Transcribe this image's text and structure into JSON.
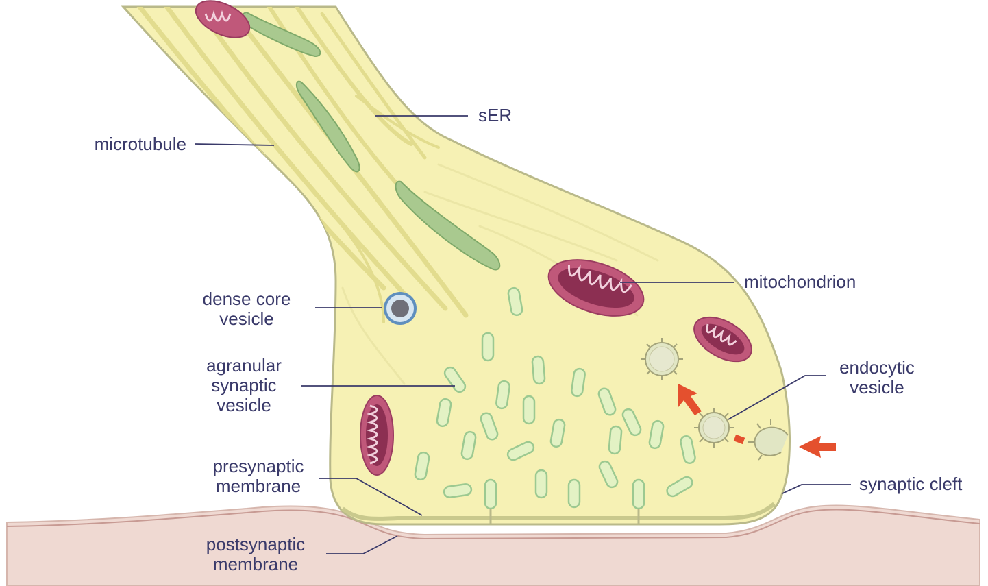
{
  "labels": {
    "microtubule": "microtubule",
    "ser": "sER",
    "mitochondrion": "mitochondrion",
    "dense_core_vesicle": [
      "dense core",
      "vesicle"
    ],
    "agranular_synaptic_vesicle": [
      "agranular",
      "synaptic",
      "vesicle"
    ],
    "endocytic_vesicle": [
      "endocytic",
      "vesicle"
    ],
    "presynaptic_membrane": [
      "presynaptic",
      "membrane"
    ],
    "postsynaptic_membrane": [
      "postsynaptic",
      "membrane"
    ],
    "synaptic_cleft": "synaptic cleft"
  },
  "colors": {
    "terminal_fill": "#f6f1b4",
    "terminal_outline": "#b9b98a",
    "microtubule": "#e2dc8e",
    "ser_fill": "#a9c98f",
    "ser_outline": "#7fa96a",
    "mito_fill": "#c0587a",
    "mito_dark": "#8c2f52",
    "vesicle_fill": "#e3f2c4",
    "vesicle_outline": "#9cc991",
    "dense_core_ring": "#5f8fbe",
    "postsynaptic_fill": "#efd9d2",
    "arrow": "#e4502e",
    "label_text": "#3a3a6a",
    "leader_line": "#3a3a6a"
  }
}
